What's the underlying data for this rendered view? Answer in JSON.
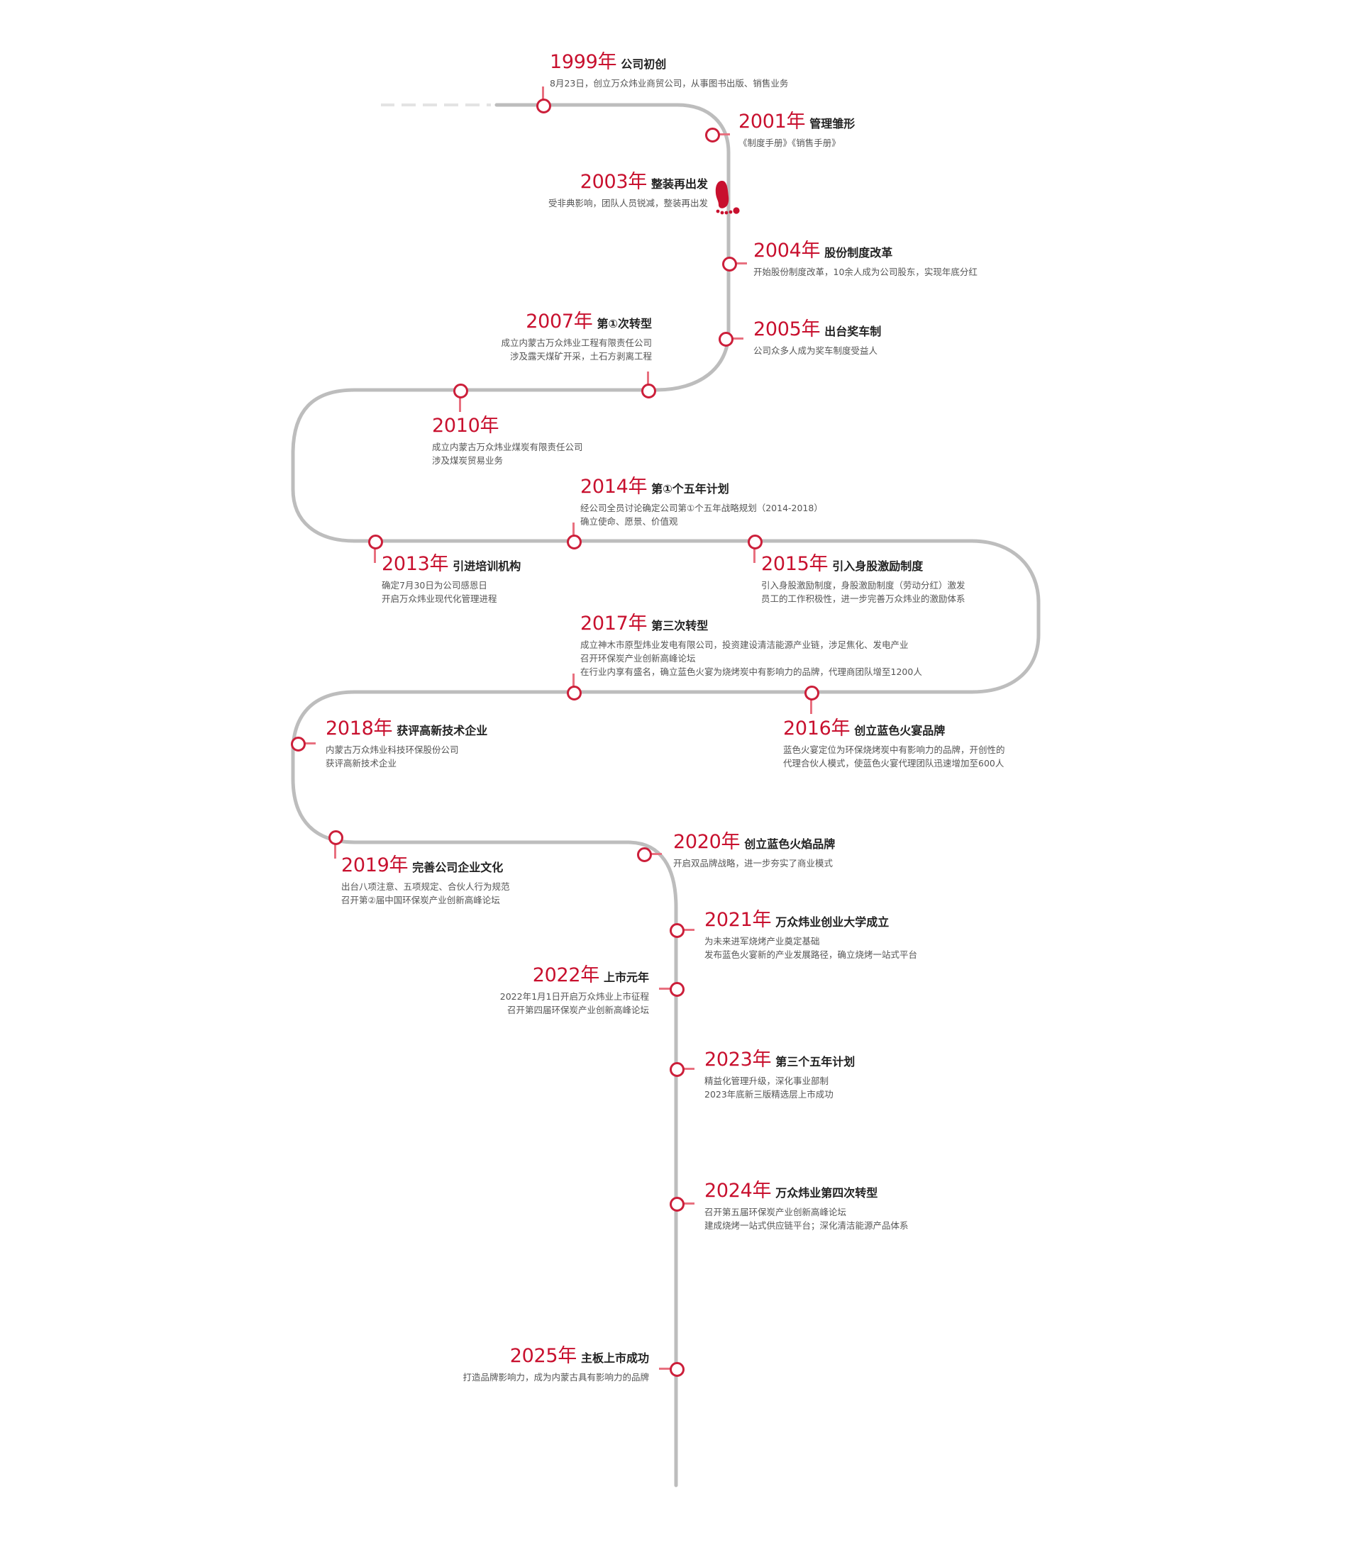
{
  "timeline": {
    "colors": {
      "accent": "#c8102e",
      "path": "#bdbdbd",
      "tick": "#e8707f"
    },
    "icon": "footprint-icon",
    "events": [
      {
        "year": "1999年",
        "title": "公司初创",
        "desc": [
          "8月23日，创立万众炜业商贸公司，从事图书出版、销售业务"
        ]
      },
      {
        "year": "2001年",
        "title": "管理雏形",
        "desc": [
          "《制度手册》《销售手册》"
        ]
      },
      {
        "year": "2003年",
        "title": "整装再出发",
        "desc": [
          "受非典影响，团队人员锐减，整装再出发"
        ]
      },
      {
        "year": "2004年",
        "title": "股份制度改革",
        "desc": [
          "开始股份制度改革，10余人成为公司股东，实现年底分红"
        ]
      },
      {
        "year": "2005年",
        "title": "出台奖车制",
        "desc": [
          "公司众多人成为奖车制度受益人"
        ]
      },
      {
        "year": "2007年",
        "title": "第①次转型",
        "desc": [
          "成立内蒙古万众炜业工程有限责任公司",
          "涉及露天煤矿开采，土石方剥离工程"
        ]
      },
      {
        "year": "2010年",
        "title": "",
        "desc": [
          "成立内蒙古万众炜业煤炭有限责任公司",
          "涉及煤炭贸易业务"
        ]
      },
      {
        "year": "2013年",
        "title": "引进培训机构",
        "desc": [
          "确定7月30日为公司感恩日",
          "开启万众炜业现代化管理进程"
        ]
      },
      {
        "year": "2014年",
        "title": "第①个五年计划",
        "desc": [
          "经公司全员讨论确定公司第①个五年战略规划（2014-2018）",
          "确立使命、愿景、价值观"
        ]
      },
      {
        "year": "2015年",
        "title": "引入身股激励制度",
        "desc": [
          "引入身股激励制度，身股激励制度（劳动分红）激发",
          "员工的工作积极性，进一步完善万众炜业的激励体系"
        ]
      },
      {
        "year": "2016年",
        "title": "创立蓝色火宴品牌",
        "desc": [
          "蓝色火宴定位为环保烧烤炭中有影响力的品牌，开创性的",
          "代理合伙人模式，使蓝色火宴代理团队迅速增加至600人"
        ]
      },
      {
        "year": "2017年",
        "title": "第三次转型",
        "desc": [
          "成立神木市原型炜业发电有限公司，投资建设清洁能源产业链，涉足焦化、发电产业",
          "召开环保炭产业创新高峰论坛",
          "在行业内享有盛名，确立蓝色火宴为烧烤炭中有影响力的品牌，代理商团队增至1200人"
        ]
      },
      {
        "year": "2018年",
        "title": "获评高新技术企业",
        "desc": [
          "内蒙古万众炜业科技环保股份公司",
          "获评高新技术企业"
        ]
      },
      {
        "year": "2019年",
        "title": "完善公司企业文化",
        "desc": [
          "出台八项注意、五项规定、合伙人行为规范",
          "召开第②届中国环保炭产业创新高峰论坛"
        ]
      },
      {
        "year": "2020年",
        "title": "创立蓝色火焰品牌",
        "desc": [
          "开启双品牌战略，进一步夯实了商业模式"
        ]
      },
      {
        "year": "2021年",
        "title": "万众炜业创业大学成立",
        "desc": [
          "为未来进军烧烤产业奠定基础",
          "发布蓝色火宴新的产业发展路径，确立烧烤一站式平台"
        ]
      },
      {
        "year": "2022年",
        "title": "上市元年",
        "desc": [
          "2022年1月1日开启万众炜业上市征程",
          "召开第四届环保炭产业创新高峰论坛"
        ]
      },
      {
        "year": "2023年",
        "title": "第三个五年计划",
        "desc": [
          "精益化管理升级，深化事业部制",
          "2023年底新三版精选层上市成功"
        ]
      },
      {
        "year": "2024年",
        "title": "万众炜业第四次转型",
        "desc": [
          "召开第五届环保炭产业创新高峰论坛",
          "建成烧烤一站式供应链平台；深化清洁能源产品体系"
        ]
      },
      {
        "year": "2025年",
        "title": "主板上市成功",
        "desc": [
          "打造品牌影响力，成为内蒙古具有影响力的品牌"
        ]
      }
    ]
  }
}
